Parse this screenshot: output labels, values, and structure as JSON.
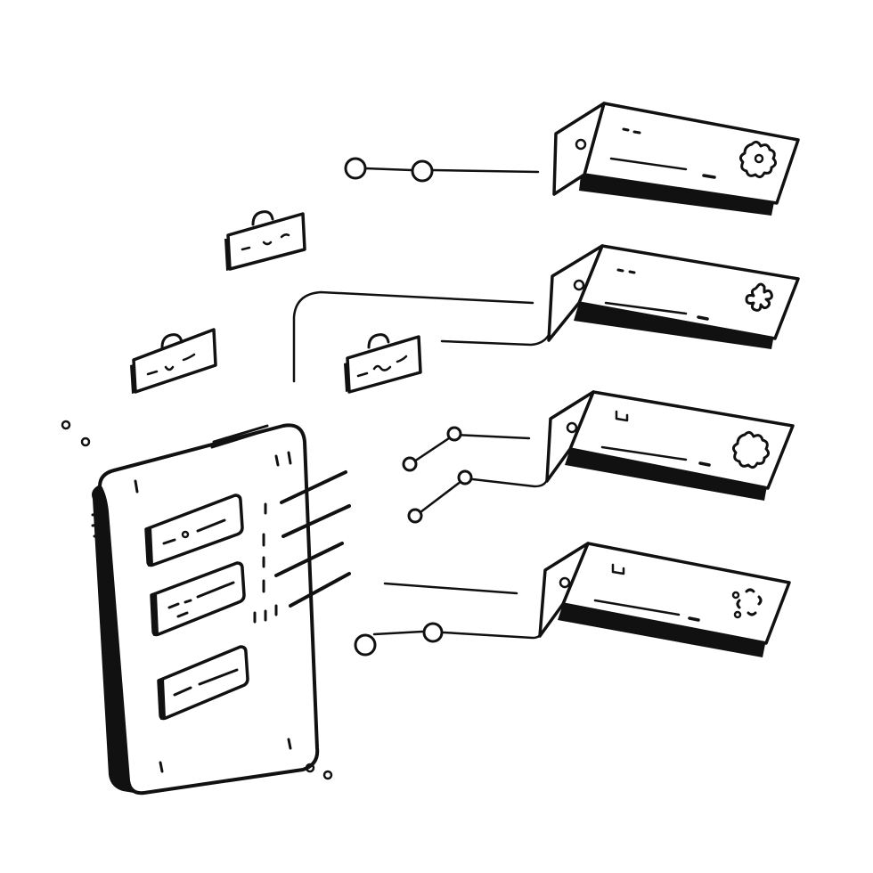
{
  "illustration": {
    "style": "hand-drawn line art",
    "subject": "server-units",
    "ink_color": "#111111",
    "paper_color": "#ffffff"
  },
  "server_units": [
    {
      "name": "server-unit-1",
      "icon": "gear-icon"
    },
    {
      "name": "server-unit-2",
      "icon": "asterisk-icon"
    },
    {
      "name": "server-unit-3",
      "icon": "gear-icon"
    },
    {
      "name": "server-unit-4",
      "icon": "dotted-circle-icon"
    }
  ],
  "briefcase_icons": [
    "briefcase-icon",
    "briefcase-icon",
    "briefcase-icon"
  ],
  "main_device": {
    "icon": "tablet-device-icon",
    "rows": 3
  }
}
